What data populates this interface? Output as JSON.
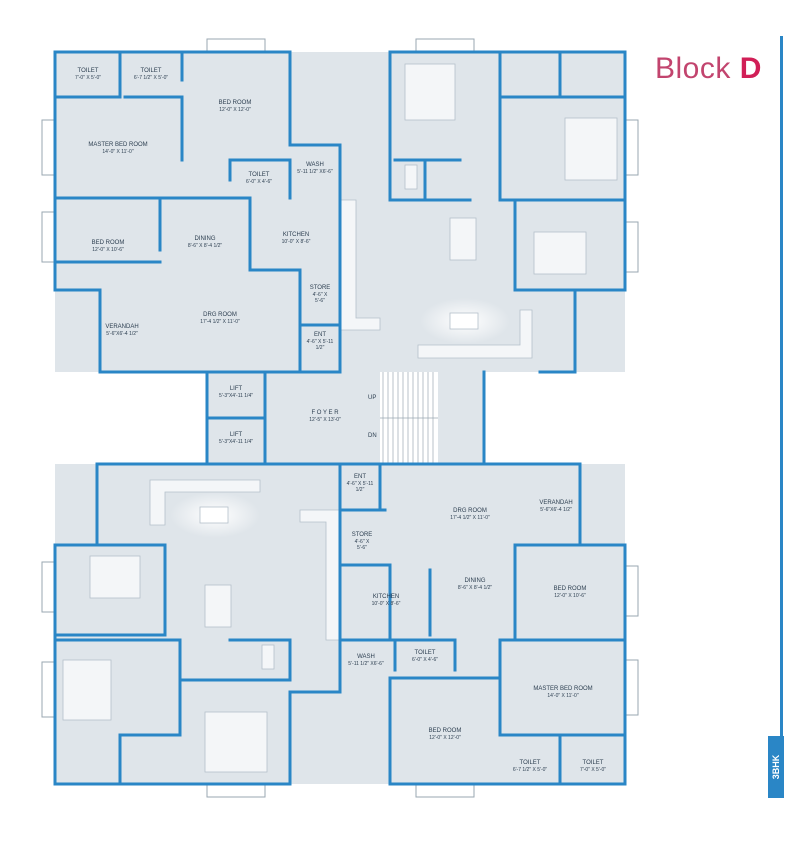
{
  "block_title": {
    "prefix": "Block",
    "letter": "D"
  },
  "side_tag": "3BHK",
  "rooms": {
    "toilet_tl": {
      "name": "TOILET",
      "dim": "7'-0\" X 5'-0\""
    },
    "toilet_tl2": {
      "name": "TOILET",
      "dim": "6'-7 1/2\" X 5'-0\""
    },
    "bed_top": {
      "name": "BED ROOM",
      "dim": "12'-0\" X 12'-0\""
    },
    "master_top": {
      "name": "MASTER BED ROOM",
      "dim": "14'-0\" X 11'-0\""
    },
    "toilet_mid_top": {
      "name": "TOILET",
      "dim": "6'-0\" X 4'-6\""
    },
    "wash_top": {
      "name": "WASH",
      "dim": "5'-11 1/2\" X6'-6\""
    },
    "bed_left_top": {
      "name": "BED ROOM",
      "dim": "12'-0\" X 10'-6\""
    },
    "dining_top": {
      "name": "DINING",
      "dim": "8'-6\" X 8'-4 1/2\""
    },
    "kitchen_top": {
      "name": "KITCHEN",
      "dim": "10'-0\" X 8'-6\""
    },
    "store_top": {
      "name": "STORE",
      "dim": "4'-6\" X 5'-6\""
    },
    "veranda_top": {
      "name": "VERANDAH",
      "dim": "5'-6\"X6'-4 1/2\""
    },
    "drg_top": {
      "name": "DRG ROOM",
      "dim": "17'-4 1/2\" X 11'-0\""
    },
    "ent_top": {
      "name": "ENT",
      "dim": "4'-6\" X 5'-11 1/2\""
    },
    "lift1": {
      "name": "LIFT",
      "dim": "5'-3\"X4'-11 1/4\""
    },
    "lift2": {
      "name": "LIFT",
      "dim": "5'-3\"X4'-11 1/4\""
    },
    "foyer": {
      "name": "F O Y E R",
      "dim": "12'-5\" X 13'-0\""
    },
    "ent_bot": {
      "name": "ENT",
      "dim": "4'-6\" X 5'-11 1/2\""
    },
    "drg_bot": {
      "name": "DRG ROOM",
      "dim": "17'-4 1/2\" X 11'-0\""
    },
    "veranda_bot": {
      "name": "VERANDAH",
      "dim": "5'-6\"X6'-4 1/2\""
    },
    "store_bot": {
      "name": "STORE",
      "dim": "4'-6\" X 5'-6\""
    },
    "kitchen_bot": {
      "name": "KITCHEN",
      "dim": "10'-0\" X 8'-6\""
    },
    "dining_bot": {
      "name": "DINING",
      "dim": "8'-6\" X 8'-4 1/2\""
    },
    "bed_right_bot": {
      "name": "BED ROOM",
      "dim": "12'-0\" X 10'-6\""
    },
    "wash_bot": {
      "name": "WASH",
      "dim": "5'-11 1/2\" X6'-6\""
    },
    "toilet_mid_bot": {
      "name": "TOILET",
      "dim": "6'-0\" X 4'-6\""
    },
    "master_bot": {
      "name": "MASTER BED ROOM",
      "dim": "14'-0\" X 11'-0\""
    },
    "bed_bot": {
      "name": "BED ROOM",
      "dim": "12'-0\" X 12'-0\""
    },
    "toilet_br": {
      "name": "TOILET",
      "dim": "6'-7 1/2\" X 5'-0\""
    },
    "toilet_br2": {
      "name": "TOILET",
      "dim": "7'-0\" X 5'-0\""
    }
  },
  "stair": {
    "up": "UP",
    "dn": "DN"
  },
  "colors": {
    "wall": "#2a86c6",
    "floor": "#dfe5ea",
    "title": "#c2446e",
    "accent": "#d11f57"
  }
}
